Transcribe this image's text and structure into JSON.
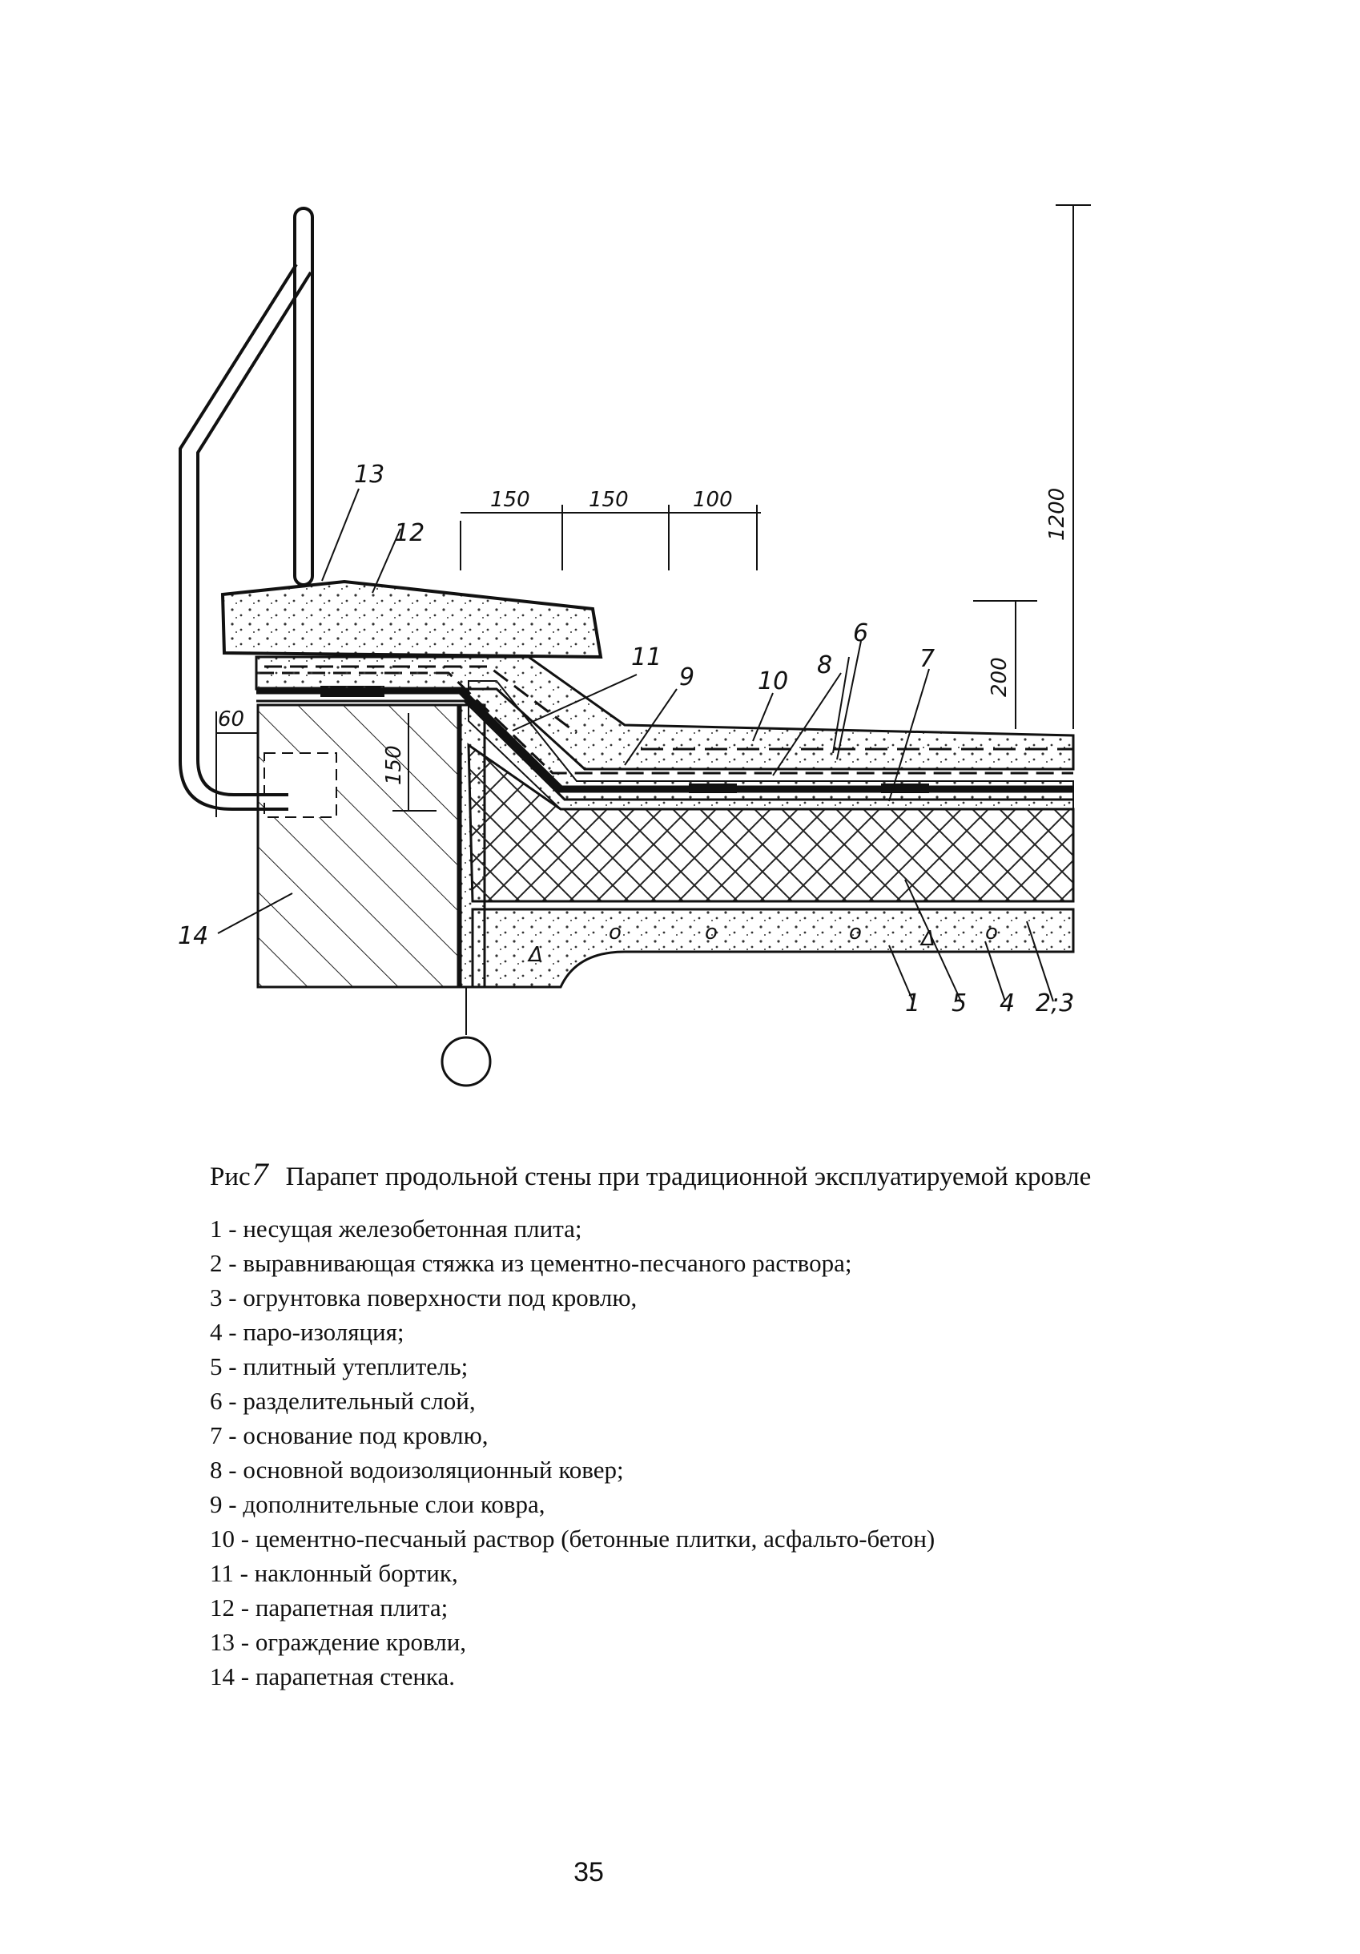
{
  "figure": {
    "callouts": {
      "c1": "1",
      "c2_3": "2;3",
      "c4": "4",
      "c5": "5",
      "c6": "6",
      "c7": "7",
      "c8": "8",
      "c9": "9",
      "c10": "10",
      "c11": "11",
      "c12": "12",
      "c13": "13",
      "c14": "14"
    },
    "dimensions": {
      "d150a": "150",
      "d150b": "150",
      "d100": "100",
      "d1200": "1200",
      "d200": "200",
      "d150v": "150",
      "d60": "60"
    }
  },
  "caption": {
    "prefix": "Рис",
    "number": "7",
    "text": "Парапет продольной стены при традиционной эксплуатируемой кровле"
  },
  "legend": [
    "1 - несущая железобетонная плита;",
    "2 - выравнивающая стяжка из цементно-песчаного раствора;",
    "3 - огрунтовка поверхности под кровлю,",
    "4 - паро-изоляция;",
    "5 - плитный утеплитель;",
    "6 - разделительный слой,",
    "7 - основание под кровлю,",
    "8 - основной водоизоляционный ковер;",
    "9 - дополнительные слои ковра,",
    "10 - цементно-песчаный раствор (бетонные плитки, асфальто-бетон)",
    "11 - наклонный бортик,",
    "12 - парапетная плита;",
    "13 - ограждение кровли,",
    "14 - парапетная стенка."
  ],
  "page_number": "35"
}
